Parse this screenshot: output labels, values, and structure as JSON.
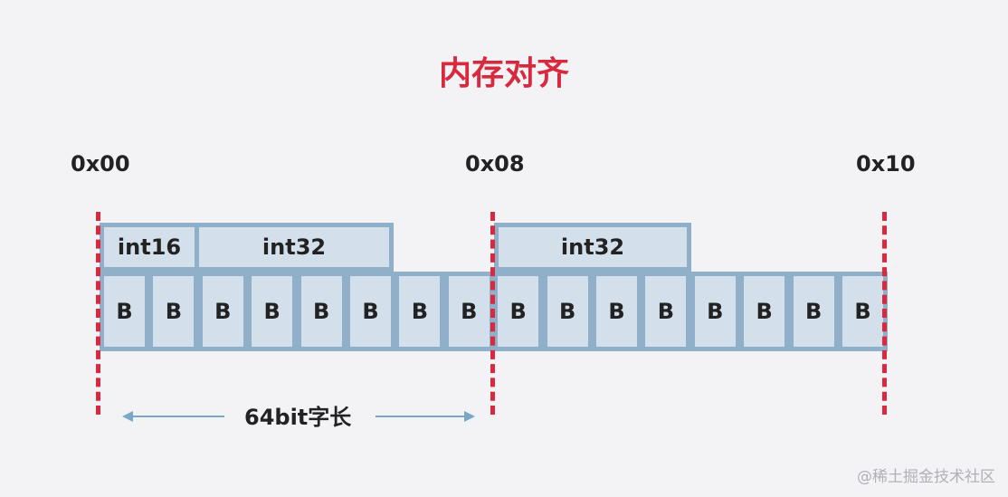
{
  "title": "内存对齐",
  "colors": {
    "title": "#d8293f",
    "boundary": "#d8293f",
    "cell_fill": "#d3e0ec",
    "cell_border": "#8fb0c8",
    "arrow": "#7aa7c6"
  },
  "addresses": [
    "0x00",
    "0x08",
    "0x10"
  ],
  "fields": [
    "int16",
    "int32",
    "int32"
  ],
  "byte_label": "B",
  "byte_count": 16,
  "word_length_label": "64bit字长",
  "watermark": "@稀土掘金技术社区"
}
